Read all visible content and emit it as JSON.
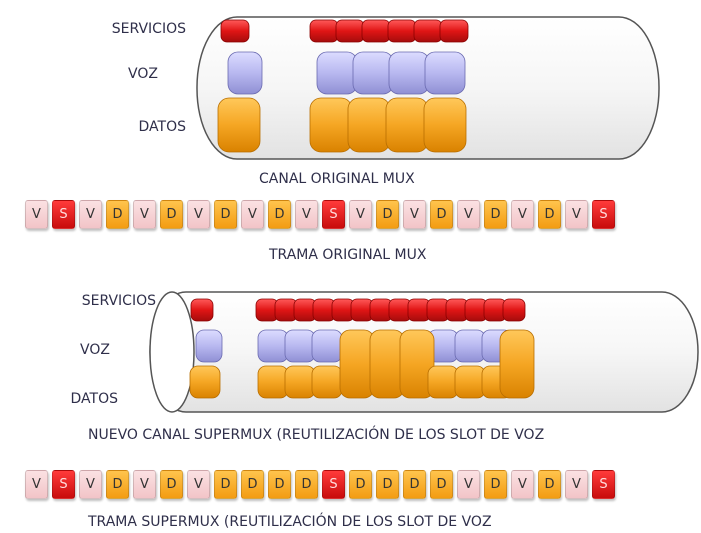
{
  "mux": {
    "row_labels": {
      "servicios": "SERVICIOS",
      "voz": "VOZ",
      "datos": "DATOS"
    },
    "channel_caption": "CANAL ORIGINAL MUX",
    "frame_caption": "TRAMA ORIGINAL MUX",
    "frame_slots": [
      "V",
      "S",
      "V",
      "D",
      "V",
      "D",
      "V",
      "D",
      "V",
      "D",
      "V",
      "S",
      "V",
      "D",
      "V",
      "D",
      "V",
      "D",
      "V",
      "D",
      "V",
      "S"
    ]
  },
  "supermux": {
    "row_labels": {
      "servicios": "SERVICIOS",
      "voz": "VOZ",
      "datos": "DATOS"
    },
    "channel_caption": "NUEVO CANAL SUPERMUX (REUTILIZACIÓN DE LOS SLOT DE VOZ",
    "frame_caption": "TRAMA SUPERMUX (REUTILIZACIÓN DE LOS SLOT DE VOZ",
    "frame_slots": [
      "V",
      "S",
      "V",
      "D",
      "V",
      "D",
      "V",
      "D",
      "D",
      "D",
      "D",
      "S",
      "D",
      "D",
      "D",
      "D",
      "V",
      "D",
      "V",
      "D",
      "V",
      "S"
    ]
  },
  "colors": {
    "servicios": "#e01515",
    "voz": "#b8b8f0",
    "datos": "#f5a623",
    "voz_slot": "#f6d3d6"
  }
}
